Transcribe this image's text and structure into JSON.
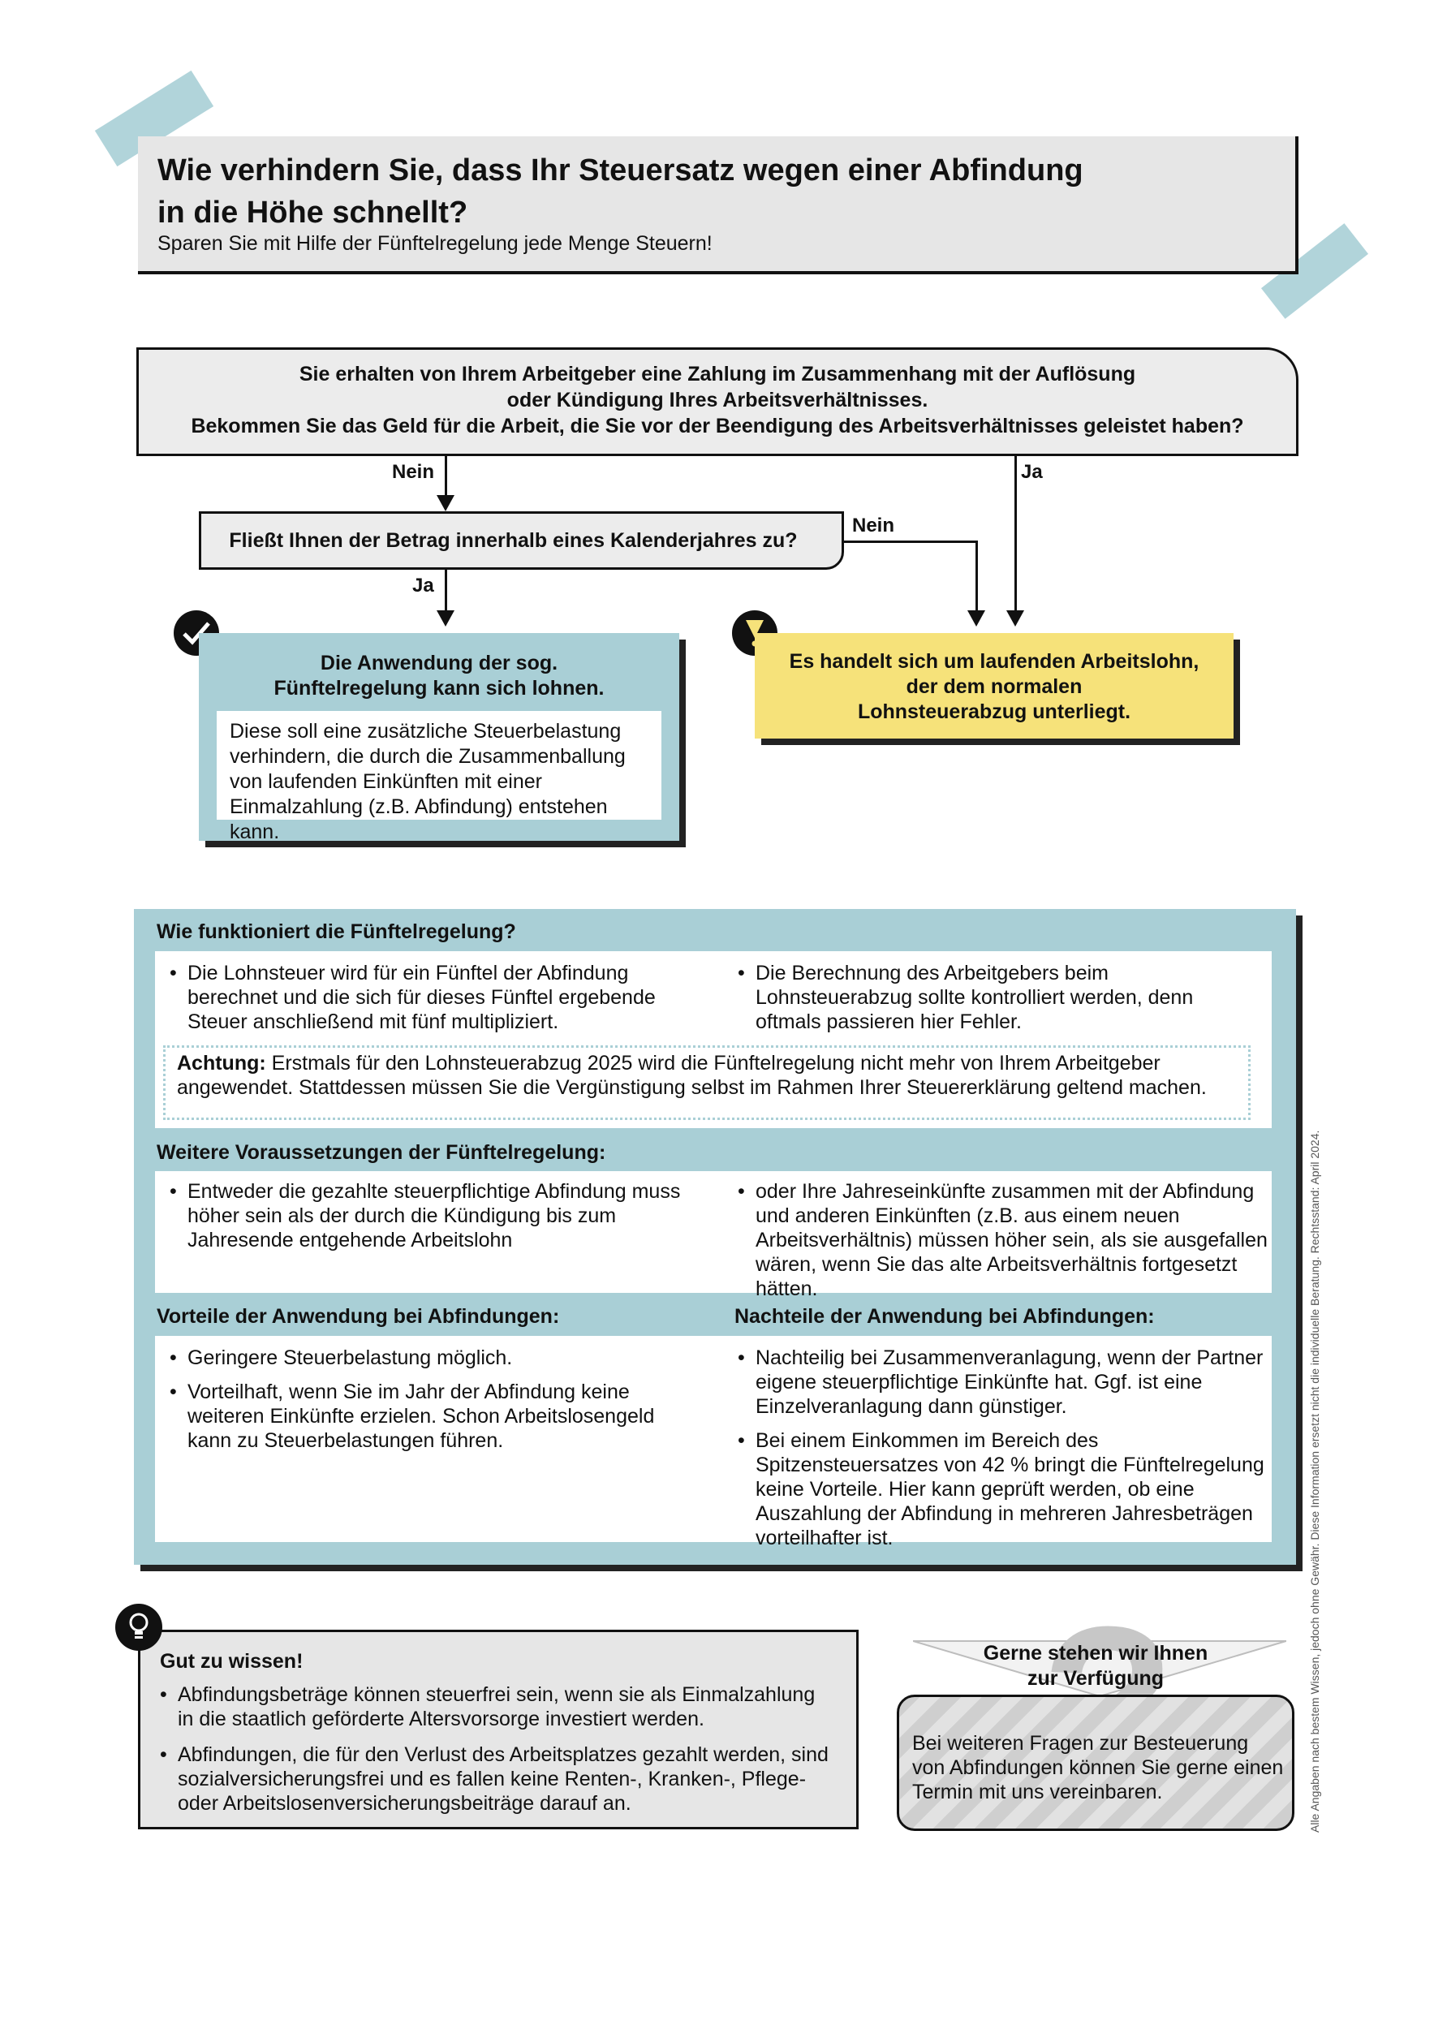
{
  "header": {
    "title_line1": "Wie verhindern Sie, dass Ihr Steuersatz wegen einer Abfindung",
    "title_line2": "in die Höhe schnellt?",
    "subtitle": "Sparen Sie mit Hilfe der Fünftelregelung jede Menge Steuern!"
  },
  "flow": {
    "question1_line1": "Sie erhalten von Ihrem Arbeitgeber eine Zahlung im Zusammenhang mit der Auflösung",
    "question1_line2": "oder Kündigung Ihres Arbeitsverhältnisses.",
    "question1_line3": "Bekommen Sie das Geld für die Arbeit, die Sie vor der Beendigung des Arbeitsverhältnisses geleistet haben?",
    "label_nein_1": "Nein",
    "label_ja_1": "Ja",
    "question2": "Fließt Ihnen der Betrag innerhalb eines Kalenderjahres zu?",
    "label_nein_2": "Nein",
    "label_ja_2": "Ja",
    "result_positive_title_line1": "Die Anwendung der sog.",
    "result_positive_title_line2": "Fünftelregelung kann sich lohnen.",
    "result_positive_text": "Diese soll eine zusätzliche Steuerbelastung verhindern, die durch die Zusammenballung von laufenden Einkünften mit einer Einmalzahlung (z.B. Abfindung) entstehen kann.",
    "result_negative_line1": "Es handelt sich um laufenden Arbeitslohn,",
    "result_negative_line2": "der dem normalen",
    "result_negative_line3": "Lohnsteuerabzug unterliegt."
  },
  "section": {
    "heading1": "Wie funktioniert die Fünftelregelung?",
    "how_left": "Die Lohnsteuer wird für ein Fünftel der Abfindung berechnet und die sich für dieses Fünftel ergebende Steuer anschließend mit fünf multipliziert.",
    "how_right": "Die Berechnung des Arbeitgebers beim Lohnsteuerabzug sollte kontrolliert werden, denn oftmals passieren hier Fehler.",
    "attention_label": "Achtung:",
    "attention_text": " Erstmals für den Lohnsteuerabzug 2025 wird die Fünftelregelung nicht mehr von Ihrem Arbeitgeber angewendet. Stattdessen müssen Sie die Vergünstigung selbst im Rahmen Ihrer Steuererklärung geltend machen.",
    "heading2": "Weitere Voraussetzungen der Fünftelregelung:",
    "req_left": "Entweder die gezahlte steuerpflichtige Abfindung muss höher sein als der durch die Kündigung bis zum Jahresende entgehende Arbeitslohn",
    "req_right": "oder Ihre Jahreseinkünfte zusammen mit der Abfindung und anderen Einkünften (z.B. aus einem neuen Arbeitsverhältnis) müssen höher sein, als sie ausgefallen wären, wenn Sie das alte Arbeitsverhältnis fortgesetzt hätten.",
    "heading3": "Vorteile der Anwendung bei Abfindungen:",
    "heading4": "Nachteile der Anwendung bei Abfindungen:",
    "pro1": "Geringere Steuerbelastung möglich.",
    "pro2": "Vorteilhaft, wenn Sie im Jahr der Abfindung keine weiteren Einkünfte erzielen. Schon Arbeitslosengeld kann zu Steuerbelastungen führen.",
    "con1": "Nachteilig bei Zusammenveranlagung, wenn der Partner eigene steuerpflichtige Einkünfte hat. Ggf. ist eine Einzelveranlagung dann günstiger.",
    "con2": "Bei einem Einkommen im Bereich des Spitzensteuersatzes von 42 % bringt die Fünftelregelung keine Vorteile. Hier kann geprüft werden, ob eine Auszahlung der Abfindung in mehreren Jahresbeträgen vorteilhafter ist."
  },
  "tips": {
    "heading": "Gut zu wissen!",
    "tip1": "Abfindungsbeträge können steuerfrei sein, wenn sie als Einmalzahlung in die staatlich geförderte Altersvorsorge investiert werden.",
    "tip2": "Abfindungen, die für den Verlust des Arbeitsplatzes gezahlt werden, sind sozialversicherungsfrei und es fallen keine Renten-, Kranken-, Pflege- oder Arbeitslosenversicherungsbeiträge darauf an."
  },
  "contact": {
    "heading_line1": "Gerne stehen wir Ihnen",
    "heading_line2": "zur Verfügung",
    "text": "Bei weiteren Fragen zur Besteuerung von Abfindungen können Sie gerne einen Termin mit uns vereinbaren."
  },
  "disclaimer": "Alle Angaben nach bestem Wissen, jedoch ohne Gewähr. Diese Information ersetzt nicht die individuelle Beratung. Rechtsstand: April 2024.",
  "icons": {
    "check": "check-icon",
    "warning": "warning-icon",
    "bulb": "lightbulb-icon",
    "question": "question-mark-icon"
  },
  "colors": {
    "blue": "#a9cfd6",
    "yellow": "#f6e27a",
    "gray": "#e6e6e6"
  }
}
